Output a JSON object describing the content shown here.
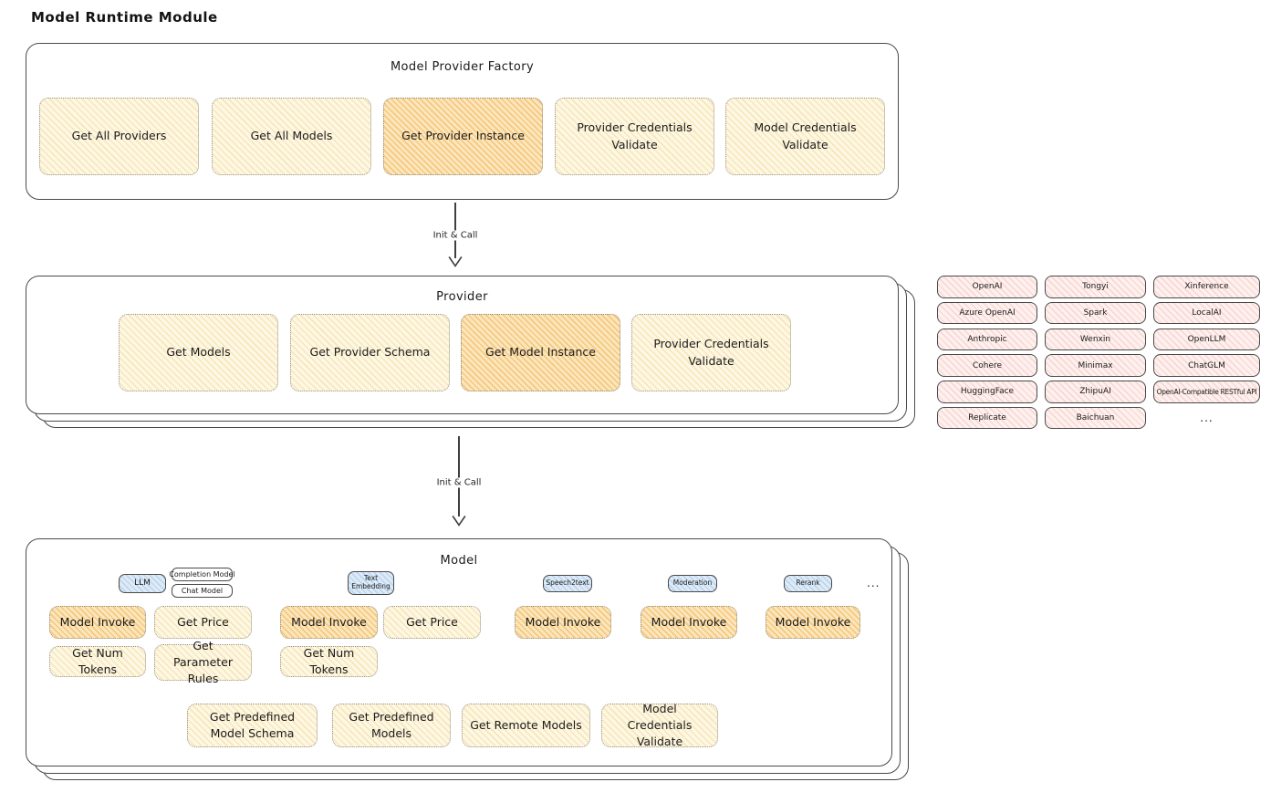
{
  "page_title": "Model Runtime Module",
  "factory": {
    "title": "Model Provider Factory",
    "buttons": [
      {
        "label": "Get All Providers",
        "highlighted": false
      },
      {
        "label": "Get All Models",
        "highlighted": false
      },
      {
        "label": "Get Provider Instance",
        "highlighted": true
      },
      {
        "label": "Provider Credentials Validate",
        "highlighted": false
      },
      {
        "label": "Model Credentials Validate",
        "highlighted": false
      }
    ]
  },
  "arrows": {
    "factory_to_provider": "Init & Call",
    "provider_to_model": "Init & Call"
  },
  "provider": {
    "title": "Provider",
    "buttons": [
      {
        "label": "Get Models",
        "highlighted": false
      },
      {
        "label": "Get Provider Schema",
        "highlighted": false
      },
      {
        "label": "Get Model Instance",
        "highlighted": true
      },
      {
        "label": "Provider Credentials Validate",
        "highlighted": false
      }
    ]
  },
  "providers_grid": {
    "items": [
      "OpenAI",
      "Tongyi",
      "Xinference",
      "Azure OpenAI",
      "Spark",
      "LocalAI",
      "Anthropic",
      "Wenxin",
      "OpenLLM",
      "Cohere",
      "Minimax",
      "ChatGLM",
      "HuggingFace",
      "ZhipuAI",
      "OpenAI-Compatible RESTful API",
      "Replicate",
      "Baichuan",
      "..."
    ]
  },
  "model": {
    "title": "Model",
    "tags": [
      "LLM",
      "Completion Model",
      "Chat Model",
      "Text Embedding",
      "Speech2text",
      "Moderation",
      "Rerank"
    ],
    "ellipsis": "...",
    "row1": [
      {
        "label": "Model Invoke",
        "highlighted": true
      },
      {
        "label": "Get Price",
        "highlighted": false
      },
      {
        "label": "Model Invoke",
        "highlighted": true
      },
      {
        "label": "Get Price",
        "highlighted": false
      },
      {
        "label": "Model Invoke",
        "highlighted": true
      },
      {
        "label": "Model Invoke",
        "highlighted": true
      },
      {
        "label": "Model Invoke",
        "highlighted": true
      }
    ],
    "row2": [
      "Get Num Tokens",
      "Get Parameter Rules",
      "Get Num Tokens"
    ],
    "bottom": [
      "Get Predefined Model Schema",
      "Get Predefined Models",
      "Get Remote Models",
      "Model Credentials Validate"
    ]
  },
  "colors": {
    "node_cream": "#fdf7e3",
    "node_highlight": "#fbe7bd",
    "provider_pink": "#fdf0ee",
    "tag_blue": "#ddeaf7",
    "border_dark": "#4a4a4a"
  }
}
